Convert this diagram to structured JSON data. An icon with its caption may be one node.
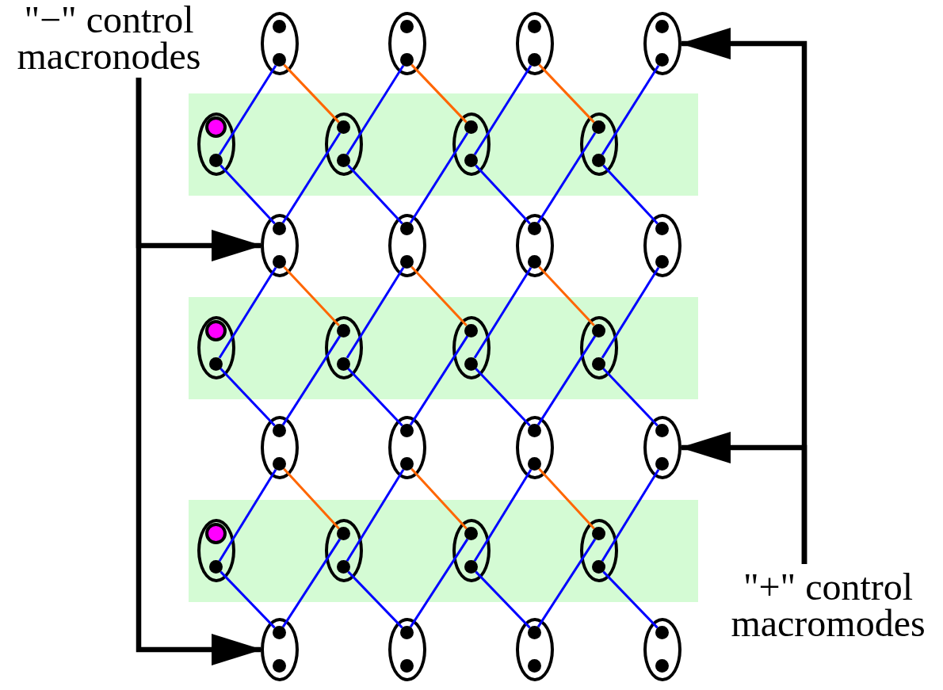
{
  "diagram": {
    "nodes": [
      {
        "text": [
          "\"−\" control macronodes"
        ]
      },
      {
        "text": [],
        "shape": "ellipse"
      },
      {
        "text": [],
        "shape": "circle",
        "in": 1
      },
      {
        "text": [],
        "shape": "circle",
        "in": 1
      },
      {
        "text": [],
        "shape": "ellipse"
      },
      {
        "text": [],
        "shape": "circle",
        "in": 4
      },
      {
        "text": [],
        "shape": "circle",
        "in": 4
      },
      {
        "text": [],
        "shape": "ellipse"
      },
      {
        "text": [],
        "shape": "circle",
        "in": 7
      },
      {
        "text": [],
        "shape": "circle",
        "in": 7
      },
      {
        "text": [],
        "shape": "ellipse"
      },
      {
        "text": [],
        "shape": "circle",
        "in": 10
      },
      {
        "text": [],
        "shape": "circle",
        "in": 10
      },
      {
        "text": [],
        "shape": "ellipse"
      },
      {
        "text": [],
        "shape": "ring",
        "in": 13
      },
      {
        "text": [],
        "shape": "circle",
        "in": 13
      },
      {
        "text": [],
        "shape": "ellipse"
      },
      {
        "text": [],
        "shape": "circle",
        "in": 16
      },
      {
        "text": [],
        "shape": "circle",
        "in": 16
      },
      {
        "text": [],
        "shape": "ellipse"
      },
      {
        "text": [],
        "shape": "circle",
        "in": 19
      },
      {
        "text": [],
        "shape": "circle",
        "in": 19
      },
      {
        "text": [],
        "shape": "ellipse"
      },
      {
        "text": [],
        "shape": "circle",
        "in": 22
      },
      {
        "text": [],
        "shape": "circle",
        "in": 22
      },
      {
        "text": [],
        "shape": "ellipse"
      },
      {
        "text": [],
        "shape": "circle",
        "in": 25
      },
      {
        "text": [],
        "shape": "circle",
        "in": 25
      },
      {
        "text": [],
        "shape": "ellipse"
      },
      {
        "text": [],
        "shape": "circle",
        "in": 28
      },
      {
        "text": [],
        "shape": "circle",
        "in": 28
      },
      {
        "text": [],
        "shape": "ellipse"
      },
      {
        "text": [],
        "shape": "circle",
        "in": 31
      },
      {
        "text": [],
        "shape": "circle",
        "in": 31
      },
      {
        "text": [],
        "shape": "ellipse"
      },
      {
        "text": [],
        "shape": "circle",
        "in": 34
      },
      {
        "text": [],
        "shape": "circle",
        "in": 34
      },
      {
        "text": [],
        "shape": "ellipse"
      },
      {
        "text": [],
        "shape": "ring",
        "in": 37
      },
      {
        "text": [],
        "shape": "circle",
        "in": 37
      },
      {
        "text": [],
        "shape": "ellipse"
      },
      {
        "text": [],
        "shape": "circle",
        "in": 40
      },
      {
        "text": [],
        "shape": "circle",
        "in": 40
      },
      {
        "text": [],
        "shape": "ellipse"
      },
      {
        "text": [],
        "shape": "circle",
        "in": 43
      },
      {
        "text": [],
        "shape": "circle",
        "in": 43
      },
      {
        "text": [],
        "shape": "ellipse"
      },
      {
        "text": [],
        "shape": "circle",
        "in": 46
      },
      {
        "text": [],
        "shape": "circle",
        "in": 46
      },
      {
        "text": [],
        "shape": "ellipse"
      },
      {
        "text": [],
        "shape": "circle",
        "in": 49
      },
      {
        "text": [],
        "shape": "circle",
        "in": 49
      },
      {
        "text": [],
        "shape": "ellipse"
      },
      {
        "text": [],
        "shape": "circle",
        "in": 52
      },
      {
        "text": [],
        "shape": "circle",
        "in": 52
      },
      {
        "text": [],
        "shape": "ellipse"
      },
      {
        "text": [],
        "shape": "circle",
        "in": 55
      },
      {
        "text": [],
        "shape": "circle",
        "in": 55
      },
      {
        "text": [],
        "shape": "ellipse"
      },
      {
        "text": [],
        "shape": "circle",
        "in": 58
      },
      {
        "text": [],
        "shape": "circle",
        "in": 58
      },
      {
        "text": [],
        "shape": "ellipse"
      },
      {
        "text": [],
        "shape": "ring",
        "in": 61
      },
      {
        "text": [],
        "shape": "circle",
        "in": 61
      },
      {
        "text": [],
        "shape": "ellipse"
      },
      {
        "text": [],
        "shape": "circle",
        "in": 64
      },
      {
        "text": [],
        "shape": "circle",
        "in": 64
      },
      {
        "text": [],
        "shape": "ellipse"
      },
      {
        "text": [],
        "shape": "circle",
        "in": 67
      },
      {
        "text": [],
        "shape": "circle",
        "in": 67
      },
      {
        "text": [],
        "shape": "ellipse"
      },
      {
        "text": [],
        "shape": "circle",
        "in": 70
      },
      {
        "text": [],
        "shape": "circle",
        "in": 70
      },
      {
        "text": [],
        "shape": "ellipse"
      },
      {
        "text": [],
        "shape": "circle",
        "in": 73
      },
      {
        "text": [],
        "shape": "circle",
        "in": 73
      },
      {
        "text": [],
        "shape": "ellipse"
      },
      {
        "text": [],
        "shape": "circle",
        "in": 76
      },
      {
        "text": [],
        "shape": "circle",
        "in": 76
      },
      {
        "text": [],
        "shape": "ellipse"
      },
      {
        "text": [],
        "shape": "circle",
        "in": 79
      },
      {
        "text": [],
        "shape": "circle",
        "in": 79
      },
      {
        "text": [],
        "shape": "ellipse"
      },
      {
        "text": [],
        "shape": "circle",
        "in": 82
      },
      {
        "text": [],
        "shape": "circle",
        "in": 82
      },
      {
        "text": [
          "\"+\" control macromodes"
        ]
      }
    ],
    "edges": [
      {
        "from": 3,
        "to": 15,
        "arrow": "none"
      },
      {
        "from": 15,
        "to": 26,
        "arrow": "none"
      },
      {
        "from": 6,
        "to": 18,
        "arrow": "none"
      },
      {
        "from": 18,
        "to": 29,
        "arrow": "none"
      },
      {
        "from": 3,
        "to": 17,
        "arrow": "none",
        "color": "#ff6600"
      },
      {
        "from": 17,
        "to": 26,
        "arrow": "none"
      },
      {
        "from": 9,
        "to": 21,
        "arrow": "none"
      },
      {
        "from": 21,
        "to": 32,
        "arrow": "none"
      },
      {
        "from": 6,
        "to": 20,
        "arrow": "none",
        "color": "#ff6600"
      },
      {
        "from": 20,
        "to": 29,
        "arrow": "none"
      },
      {
        "from": 12,
        "to": 24,
        "arrow": "none"
      },
      {
        "from": 24,
        "to": 35,
        "arrow": "none"
      },
      {
        "from": 9,
        "to": 23,
        "arrow": "none",
        "color": "#ff6600"
      },
      {
        "from": 23,
        "to": 32,
        "arrow": "none"
      },
      {
        "from": 27,
        "to": 39,
        "arrow": "none"
      },
      {
        "from": 39,
        "to": 50,
        "arrow": "none"
      },
      {
        "from": 30,
        "to": 42,
        "arrow": "none"
      },
      {
        "from": 42,
        "to": 53,
        "arrow": "none"
      },
      {
        "from": 27,
        "to": 41,
        "arrow": "none",
        "color": "#ff6600"
      },
      {
        "from": 41,
        "to": 50,
        "arrow": "none"
      },
      {
        "from": 33,
        "to": 45,
        "arrow": "none"
      },
      {
        "from": 45,
        "to": 56,
        "arrow": "none"
      },
      {
        "from": 30,
        "to": 44,
        "arrow": "none",
        "color": "#ff6600"
      },
      {
        "from": 44,
        "to": 53,
        "arrow": "none"
      },
      {
        "from": 36,
        "to": 48,
        "arrow": "none"
      },
      {
        "from": 48,
        "to": 59,
        "arrow": "none"
      },
      {
        "from": 33,
        "to": 47,
        "arrow": "none",
        "color": "#ff6600"
      },
      {
        "from": 47,
        "to": 56,
        "arrow": "none"
      },
      {
        "from": 51,
        "to": 63,
        "arrow": "none"
      },
      {
        "from": 63,
        "to": 74,
        "arrow": "none"
      },
      {
        "from": 54,
        "to": 66,
        "arrow": "none"
      },
      {
        "from": 66,
        "to": 77,
        "arrow": "none"
      },
      {
        "from": 51,
        "to": 65,
        "arrow": "none",
        "color": "#ff6600"
      },
      {
        "from": 65,
        "to": 74,
        "arrow": "none"
      },
      {
        "from": 57,
        "to": 69,
        "arrow": "none"
      },
      {
        "from": 69,
        "to": 80,
        "arrow": "none"
      },
      {
        "from": 54,
        "to": 68,
        "arrow": "none",
        "color": "#ff6600"
      },
      {
        "from": 68,
        "to": 77,
        "arrow": "none"
      },
      {
        "from": 60,
        "to": 72,
        "arrow": "none"
      },
      {
        "from": 72,
        "to": 83,
        "arrow": "none"
      },
      {
        "from": 57,
        "to": 71,
        "arrow": "none",
        "color": "#ff6600"
      },
      {
        "from": 71,
        "to": 80,
        "arrow": "none"
      },
      {
        "from": 0,
        "to": 25,
        "arrow": "to",
        "style": "thick",
        "color": "#000000"
      },
      {
        "from": 0,
        "to": 73,
        "arrow": "to",
        "style": "thick",
        "color": "#000000"
      },
      {
        "from": 85,
        "to": 10,
        "arrow": "to",
        "style": "thick",
        "color": "#000000"
      },
      {
        "from": 85,
        "to": 58,
        "arrow": "to",
        "style": "thick",
        "color": "#000000"
      }
    ]
  }
}
